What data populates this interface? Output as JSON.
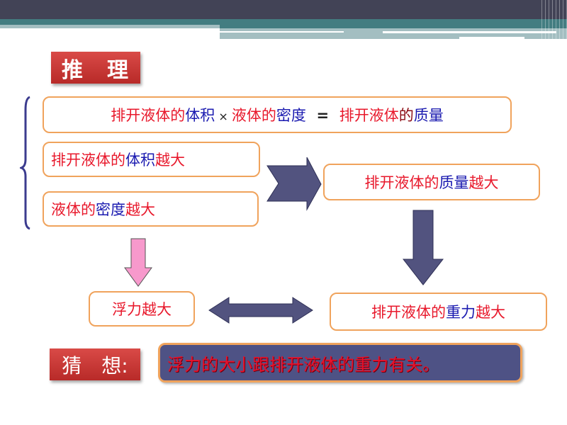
{
  "header": {
    "colors": {
      "dark": "#424356",
      "teal": "#437d81",
      "light": "#a3bec1"
    }
  },
  "reasoning_label": "推　理",
  "formula": {
    "parts": [
      {
        "text": "排开液体的",
        "color": "red"
      },
      {
        "text": "体积",
        "color": "blue"
      },
      {
        "text": " × ",
        "color": "black"
      },
      {
        "text": "液体的",
        "color": "red"
      },
      {
        "text": "密度",
        "color": "blue"
      },
      {
        "text": "  =  ",
        "color": "black"
      },
      {
        "text": "排开液体",
        "color": "red"
      },
      {
        "text": "的",
        "color": "darkred"
      },
      {
        "text": "质量",
        "color": "blue"
      }
    ]
  },
  "premise1": {
    "a": "排开液体的",
    "b": "体积",
    "c": "越大"
  },
  "premise2": {
    "a": "液体的",
    "b": "密度",
    "c": "越大"
  },
  "mass_box": {
    "a": "排开液体的",
    "b": "质量",
    "c": "越大"
  },
  "buoyancy_box": {
    "a": "浮力越大"
  },
  "weight_box": {
    "a": "排开液体的",
    "b": "重力",
    "c": "越大"
  },
  "guess_label": "猜　想:",
  "conclusion": "浮力的大小跟排开液体的重力有关。",
  "colors": {
    "red_label": "#c83533",
    "box_border": "#f0a35c",
    "arrow": "#52537f",
    "pink_arrow": "#f799cc",
    "text_red": "#e8192c",
    "text_blue": "#1a1ab0",
    "conclusion_bg": "#4e5285"
  }
}
